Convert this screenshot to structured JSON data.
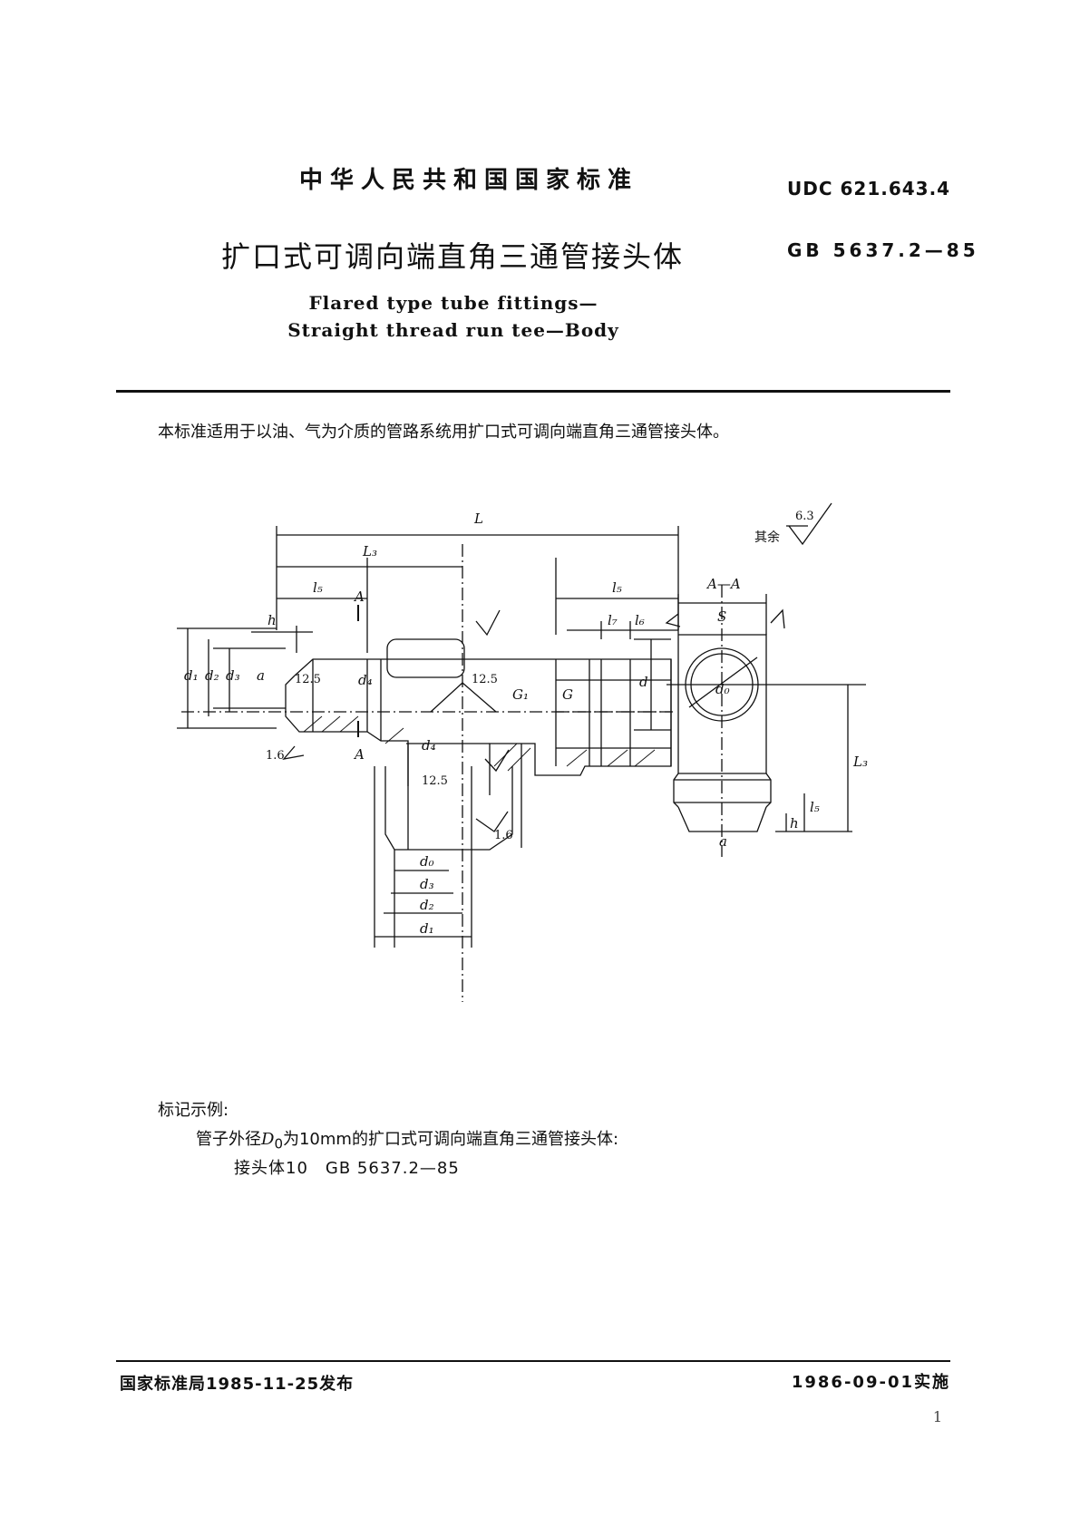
{
  "header": {
    "standard_org": "中华人民共和国国家标准",
    "udc": "UDC 621.643.4",
    "title_cn": "扩口式可调向端直角三通管接头体",
    "gb_code": "GB 5637.2—85",
    "title_en_line1": "Flared type tube fittings—",
    "title_en_line2": "Straight thread run tee—Body"
  },
  "scope_text": "本标准适用于以油、气为介质的管路系统用扩口式可调向端直角三通管接头体。",
  "drawing": {
    "roughness_note_label": "其余",
    "roughness_note_value": "6.3",
    "labels": {
      "L": "L",
      "L3": "L₃",
      "l5": "l₅",
      "h": "h",
      "l7": "l₇",
      "l6": "l₆",
      "section_A": "A",
      "section_AA": "A—A",
      "S": "S",
      "d1": "d₁",
      "d2": "d₂",
      "d3": "d₃",
      "d4": "d₄",
      "d0": "d₀",
      "d": "d",
      "a": "a",
      "G1": "G₁",
      "G": "G",
      "r125": "12.5",
      "r16": "1.6"
    }
  },
  "marking": {
    "title": "标记示例:",
    "desc_pre": "管子外径",
    "desc_symbol": "D",
    "desc_sub": "0",
    "desc_post": "为10mm的扩口式可调向端直角三通管接头体:",
    "example": "接头体10　GB 5637.2—85"
  },
  "footer": {
    "issued": "国家标准局1985-11-25发布",
    "effective": "1986-09-01实施",
    "page_number": "1"
  }
}
